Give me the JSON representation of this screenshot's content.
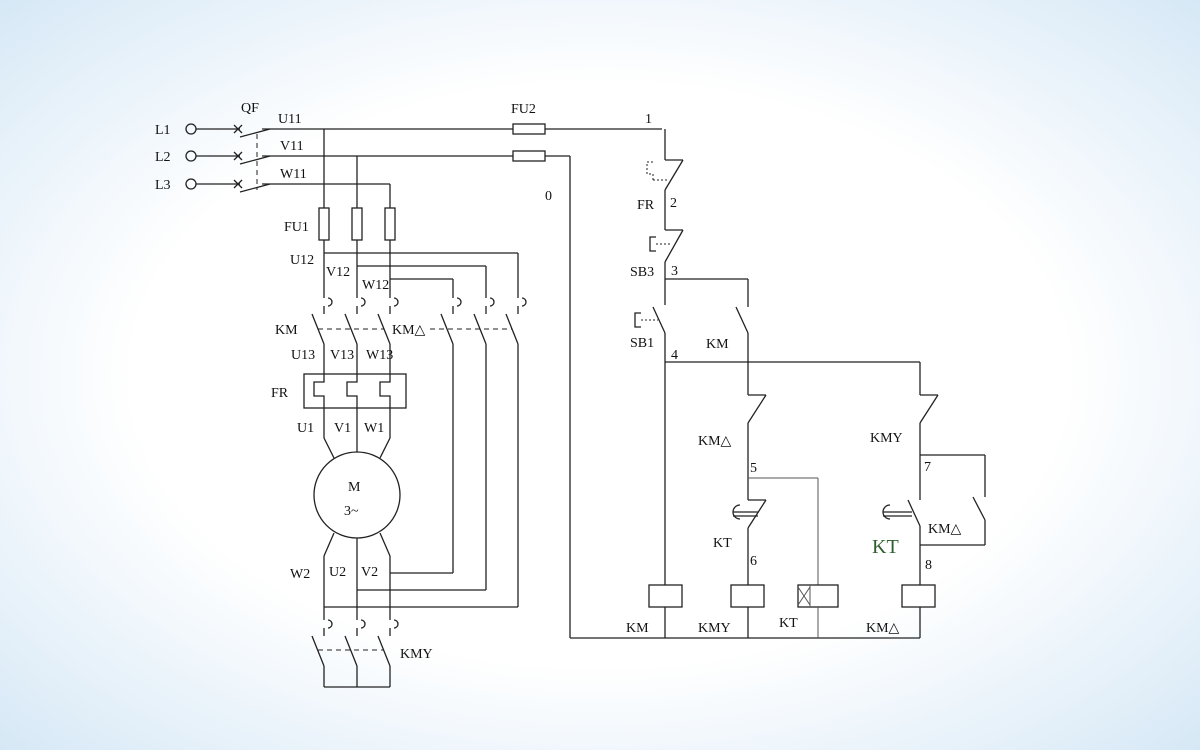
{
  "labels": {
    "L1": "L1",
    "L2": "L2",
    "L3": "L3",
    "QF": "QF",
    "U11": "U11",
    "V11": "V11",
    "W11": "W11",
    "FU2": "FU2",
    "FU1": "FU1",
    "U12": "U12",
    "V12": "V12",
    "W12": "W12",
    "KM": "KM",
    "KMD": "KM△",
    "U13": "U13",
    "V13": "V13",
    "W13": "W13",
    "FR": "FR",
    "U1": "U1",
    "V1": "V1",
    "W1": "W1",
    "M": "M",
    "M3": "3~",
    "W2": "W2",
    "U2": "U2",
    "V2": "V2",
    "KMY": "KMY",
    "n1": "1",
    "n0": "0",
    "n2": "2",
    "n3": "3",
    "n4": "4",
    "n5": "5",
    "n6": "6",
    "n7": "7",
    "n8": "8",
    "FR_c": "FR",
    "SB3": "SB3",
    "SB1": "SB1",
    "KM_c": "KM",
    "KMD_c1": "KM△",
    "KMY_c": "KMY",
    "KT_c1": "KT",
    "KT_c2": "KT",
    "KMD_c2": "KM△",
    "coil_KM": "KM",
    "coil_KMY": "KMY",
    "coil_KT": "KT",
    "coil_KMD": "KM△"
  }
}
